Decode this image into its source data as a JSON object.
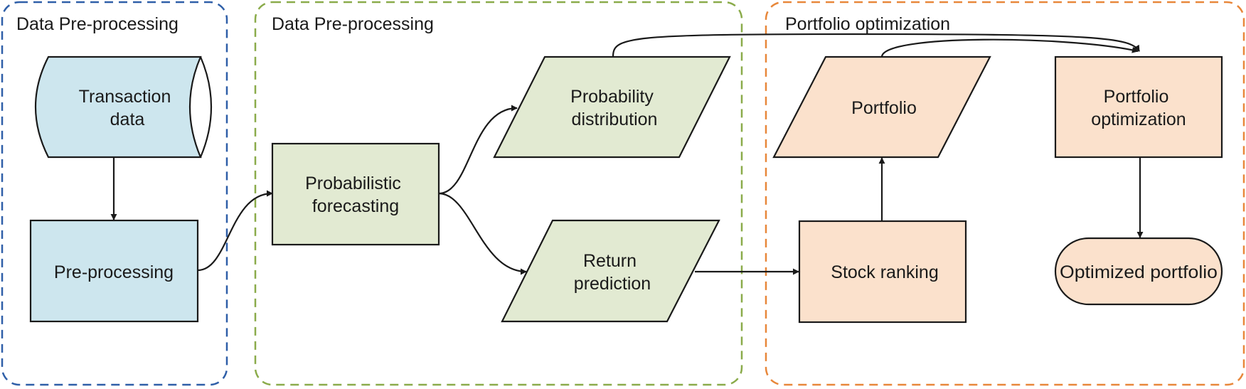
{
  "colors": {
    "blue_border": "#2f5fa8",
    "green_border": "#8aab4a",
    "orange_border": "#e8873a",
    "blue_fill": "#cde6ee",
    "green_fill": "#e2ead2",
    "orange_fill": "#fbe1cc",
    "line": "#1a1a1a"
  },
  "groups": [
    {
      "id": "g1",
      "title": "Data Pre-processing"
    },
    {
      "id": "g2",
      "title": "Data Pre-processing"
    },
    {
      "id": "g3",
      "title": "Portfolio optimization"
    }
  ],
  "nodes": {
    "transaction": {
      "shape": "stored-data",
      "lines": [
        "Transaction",
        "data"
      ]
    },
    "preprocessing": {
      "shape": "process",
      "lines": [
        "Pre-processing"
      ]
    },
    "forecasting": {
      "shape": "process",
      "lines": [
        "Probabilistic",
        "forecasting"
      ]
    },
    "distribution": {
      "shape": "data",
      "lines": [
        "Probability",
        "distribution"
      ]
    },
    "return": {
      "shape": "data",
      "lines": [
        "Return",
        "prediction"
      ]
    },
    "ranking": {
      "shape": "process",
      "lines": [
        "Stock ranking"
      ]
    },
    "portfolio": {
      "shape": "data",
      "lines": [
        "Portfolio"
      ]
    },
    "optimization": {
      "shape": "process",
      "lines": [
        "Portfolio",
        "optimization"
      ]
    },
    "optimized": {
      "shape": "terminator",
      "lines": [
        "Optimized portfolio"
      ]
    }
  },
  "edges": [
    {
      "from": "transaction",
      "to": "preprocessing"
    },
    {
      "from": "preprocessing",
      "to": "forecasting"
    },
    {
      "from": "forecasting",
      "to": "distribution"
    },
    {
      "from": "forecasting",
      "to": "return"
    },
    {
      "from": "return",
      "to": "ranking"
    },
    {
      "from": "ranking",
      "to": "portfolio"
    },
    {
      "from": "portfolio",
      "to": "optimization"
    },
    {
      "from": "distribution",
      "to": "optimization"
    },
    {
      "from": "optimization",
      "to": "optimized"
    }
  ]
}
